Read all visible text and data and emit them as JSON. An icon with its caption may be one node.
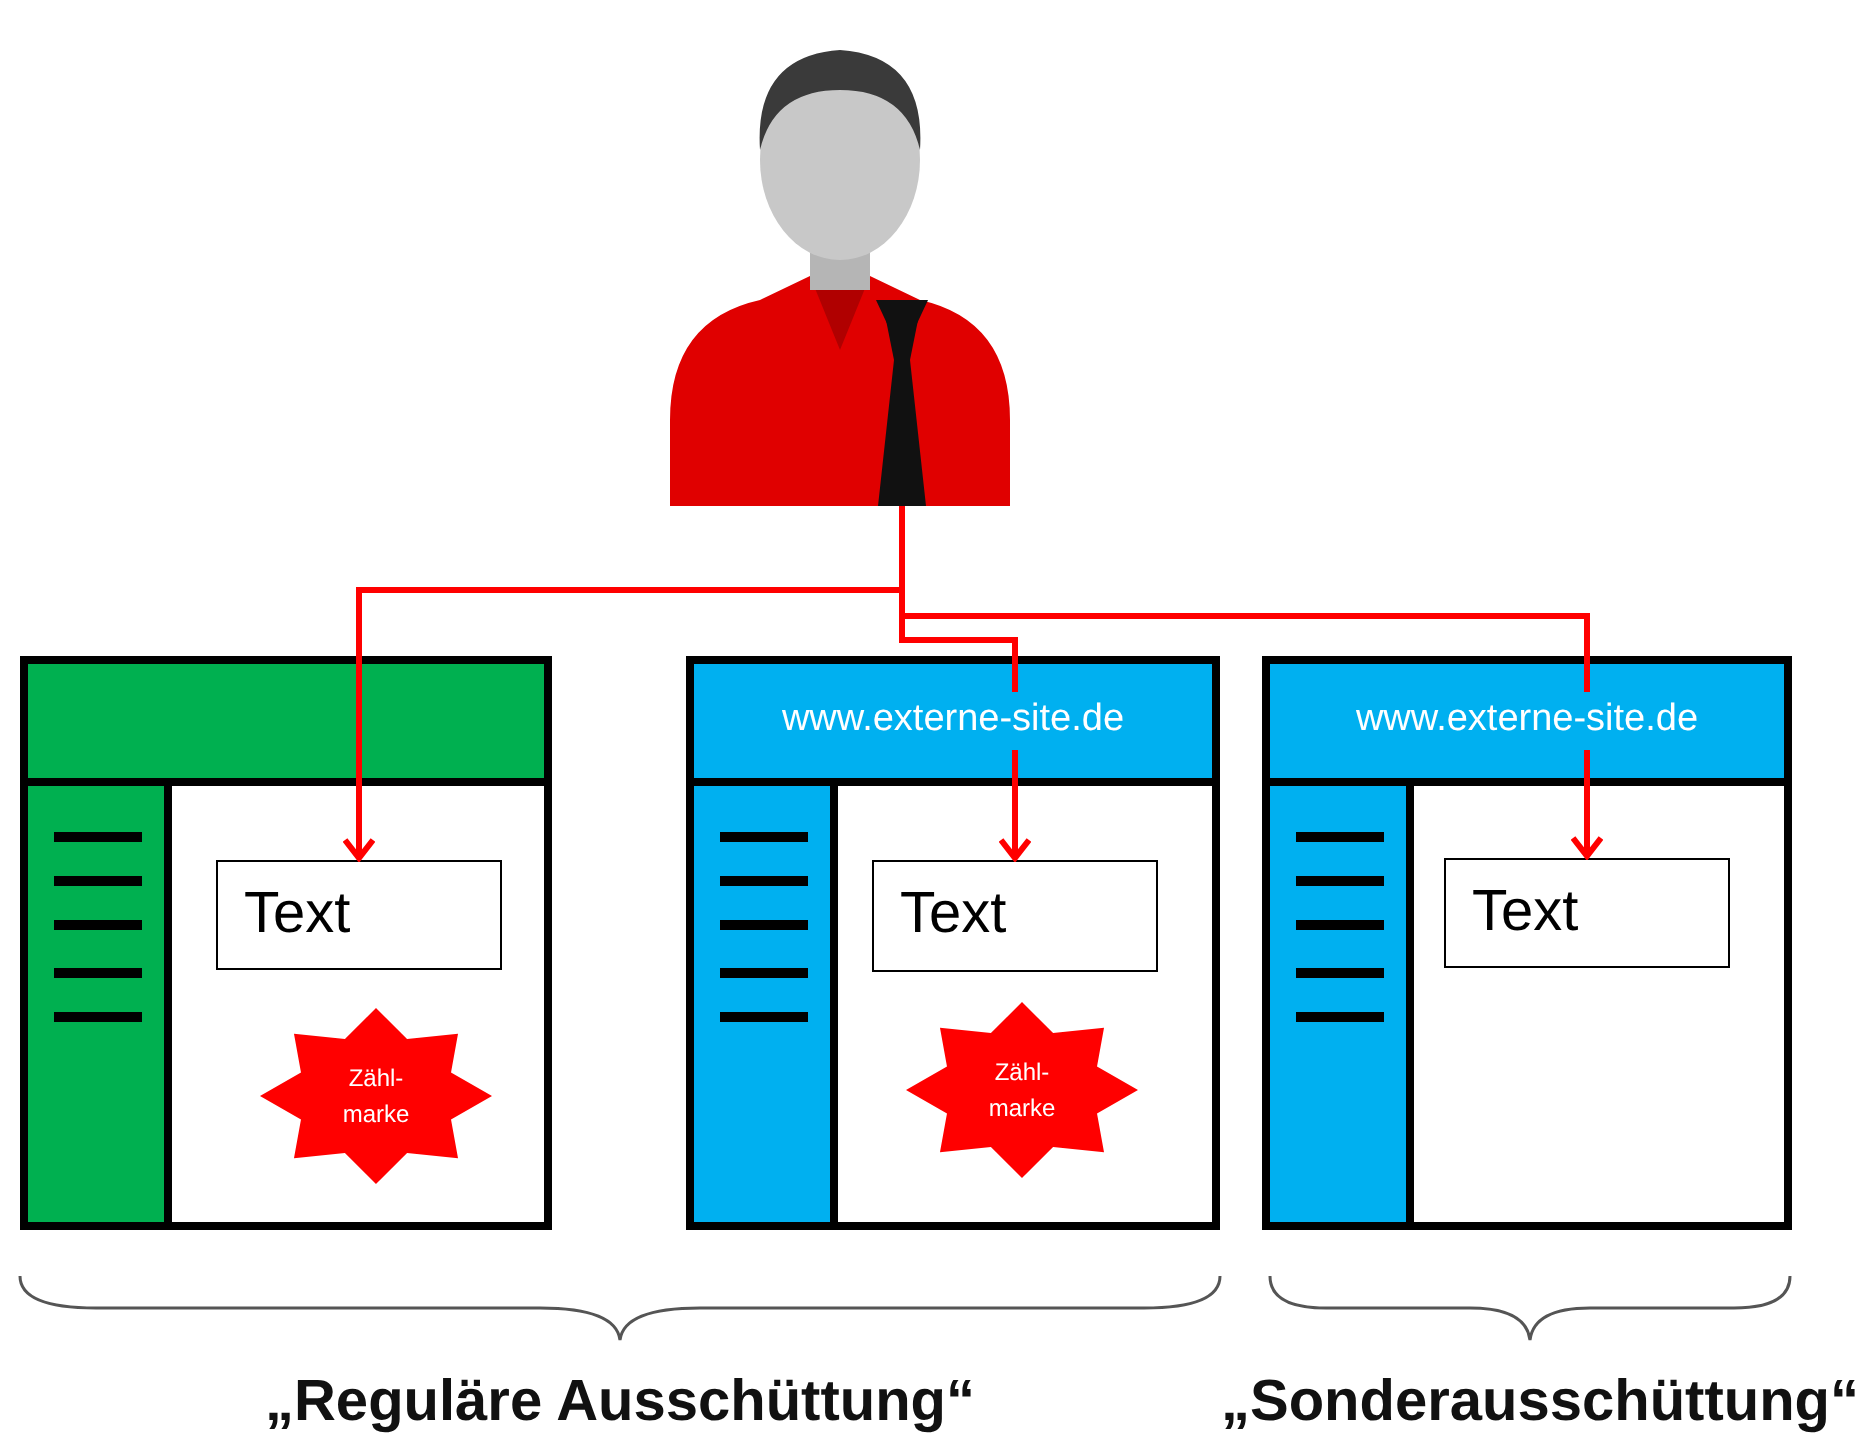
{
  "diagram": {
    "nodes": [
      {
        "text": [],
        "shape": "person"
      },
      {
        "text": [],
        "shape": "box"
      },
      {
        "text": [
          "Text"
        ],
        "in": 1
      },
      {
        "text": [
          "Zähl- marke"
        ],
        "in": 1
      },
      {
        "text": [
          "www.externe-site.de"
        ]
      },
      {
        "text": [
          "Text"
        ],
        "in": 4
      },
      {
        "text": [
          "Zähl- marke"
        ],
        "in": 4
      },
      {
        "text": [
          "www.externe-site.de"
        ]
      },
      {
        "text": [
          "Text"
        ],
        "in": 7
      }
    ],
    "edges": [
      {
        "from": 0,
        "to": 2,
        "arrow": "to"
      },
      {
        "from": 0,
        "to": 5,
        "arrow": "to"
      },
      {
        "from": 0,
        "to": 8,
        "arrow": "to"
      }
    ],
    "labels": [
      "„Reguläre Ausschüttung“",
      "„Sonderausschüttung“"
    ]
  }
}
